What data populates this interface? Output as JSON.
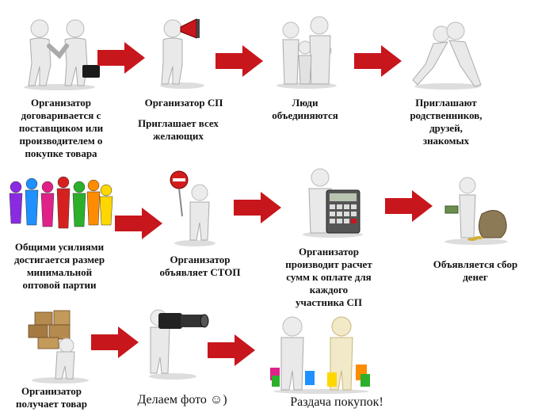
{
  "colors": {
    "arrow": "#c8161d",
    "figure": "#e8e8e8",
    "figure_shadow": "#a0a0a0"
  },
  "steps": [
    {
      "id": "handshake",
      "icon": "handshake-icon",
      "caption": "Организатор\nдоговаривается с\nпоставщиком или\nпроизводителем о\nпокупке товара"
    },
    {
      "id": "megaphone",
      "icon": "megaphone-icon",
      "caption": "Организатор СП",
      "caption2": "Приглашает всех\nжелающих"
    },
    {
      "id": "group",
      "icon": "group-icon",
      "caption": "Люди\nобъединяются"
    },
    {
      "id": "invite",
      "icon": "inviting-people-icon",
      "caption": "Приглашают\nродственников,\nдрузей,\nзнакомых"
    },
    {
      "id": "teamwork",
      "icon": "colored-people-icon",
      "caption": "Общими усилиями\nдостигается размер\nминимальной\nоптовой партии"
    },
    {
      "id": "stop",
      "icon": "stop-sign-icon",
      "caption": "Организатор\nобъявляет СТОП"
    },
    {
      "id": "calculator",
      "icon": "calculator-icon",
      "caption": "Организатор\nпроизводит расчет\nсумм к оплате для\nкаждого\nучастника СП"
    },
    {
      "id": "money",
      "icon": "money-bags-icon",
      "caption": "Объявляется сбор\nденег"
    },
    {
      "id": "boxes",
      "icon": "carrying-boxes-icon",
      "caption": "Организатор\nполучает товар"
    },
    {
      "id": "camera",
      "icon": "camera-icon",
      "caption": "Делаем фото ☺)"
    },
    {
      "id": "shopping",
      "icon": "shopping-bags-icon",
      "caption": "Раздача покупок!"
    }
  ]
}
